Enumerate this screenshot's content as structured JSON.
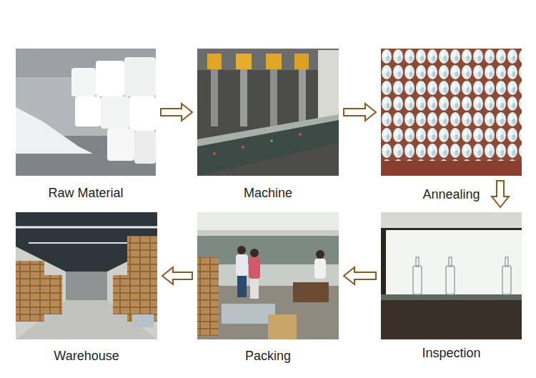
{
  "diagram": {
    "nodes": [
      {
        "text": [
          "Raw Material"
        ]
      },
      {
        "text": [
          "Machine"
        ]
      },
      {
        "text": [
          "Annealing"
        ]
      },
      {
        "text": [
          "Inspection"
        ]
      },
      {
        "text": [
          "Packing"
        ]
      },
      {
        "text": [
          "Warehouse"
        ]
      }
    ],
    "edges": [
      {
        "from": 0,
        "to": 1,
        "arrow": "to"
      },
      {
        "from": 1,
        "to": 2,
        "arrow": "to"
      },
      {
        "from": 2,
        "to": 3,
        "arrow": "to"
      },
      {
        "from": 3,
        "to": 4,
        "arrow": "to"
      },
      {
        "from": 4,
        "to": 5,
        "arrow": "to"
      }
    ]
  }
}
